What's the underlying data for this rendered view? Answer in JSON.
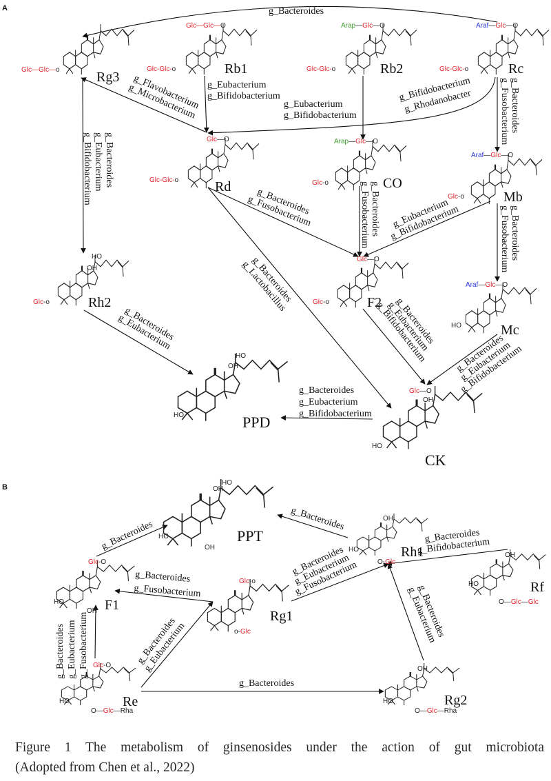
{
  "panels": {
    "a": "A",
    "b": "B"
  },
  "colors": {
    "glucose": "#e0262d",
    "arabinopyranose": "#3f9a2e",
    "arabinofuranose": "#2a35d8",
    "final_product": "#1f1fe8",
    "default": "#111111"
  },
  "nodes": [
    {
      "name": "Rg3",
      "subs": [
        [
          [
            "Glc—Glc—",
            "#e0262d"
          ],
          [
            "o",
            "#222"
          ]
        ]
      ]
    },
    {
      "name": "Rb1",
      "subs": [
        [
          [
            "Glc—Glc—",
            "#e0262d"
          ],
          [
            "O",
            "#222"
          ]
        ],
        [
          [
            "Glc-Glc-",
            "#e0262d"
          ],
          [
            "o",
            "#222"
          ]
        ]
      ]
    },
    {
      "name": "Rb2",
      "subs": [
        [
          [
            "Arap",
            "#3f9a2e"
          ],
          [
            "—",
            "#222"
          ],
          [
            "Glc",
            "#e0262d"
          ],
          [
            "—O",
            "#222"
          ]
        ],
        [
          [
            "Glc-Glc-",
            "#e0262d"
          ],
          [
            "o",
            "#222"
          ]
        ]
      ]
    },
    {
      "name": "Rc",
      "subs": [
        [
          [
            "Araf",
            "#2a35d8"
          ],
          [
            "—",
            "#222"
          ],
          [
            "Glc",
            "#e0262d"
          ],
          [
            "—O",
            "#222"
          ]
        ],
        [
          [
            "Glc-Glc-",
            "#e0262d"
          ],
          [
            "o",
            "#222"
          ]
        ]
      ]
    },
    {
      "name": "Rd",
      "subs": [
        [
          [
            "Glc",
            "#e0262d"
          ],
          [
            "—O",
            "#222"
          ]
        ],
        [
          [
            "Glc-Glc-",
            "#e0262d"
          ],
          [
            "o",
            "#222"
          ]
        ]
      ]
    },
    {
      "name": "CO",
      "subs": [
        [
          [
            "Arap",
            "#3f9a2e"
          ],
          [
            "—",
            "#222"
          ],
          [
            "Glc",
            "#e0262d"
          ],
          [
            "—O",
            "#222"
          ]
        ],
        [
          [
            "Glc",
            "#e0262d"
          ],
          [
            "-o",
            "#222"
          ]
        ]
      ]
    },
    {
      "name": "Mb",
      "subs": [
        [
          [
            "Araf",
            "#2a35d8"
          ],
          [
            "—",
            "#222"
          ],
          [
            "Glc",
            "#e0262d"
          ],
          [
            "—O",
            "#222"
          ]
        ],
        [
          [
            "Glc",
            "#e0262d"
          ],
          [
            "-o",
            "#222"
          ]
        ]
      ]
    },
    {
      "name": "Rh2",
      "subs": [
        [
          [
            "Glc",
            "#e0262d"
          ],
          [
            "-o",
            "#222"
          ]
        ],
        [
          [
            "HO",
            "#222"
          ]
        ],
        [
          [
            "OH",
            "#222"
          ]
        ]
      ]
    },
    {
      "name": "F2",
      "subs": [
        [
          [
            "Glc",
            "#e0262d"
          ],
          [
            "—O",
            "#222"
          ]
        ],
        [
          [
            "Glc",
            "#e0262d"
          ],
          [
            "-o",
            "#222"
          ]
        ]
      ]
    },
    {
      "name": "Mc",
      "subs": [
        [
          [
            "Araf",
            "#2a35d8"
          ],
          [
            "—",
            "#222"
          ],
          [
            "Glc",
            "#e0262d"
          ],
          [
            "—O",
            "#222"
          ]
        ],
        [
          [
            "HO",
            "#222"
          ]
        ]
      ]
    },
    {
      "name": "PPD",
      "product": true,
      "subs": [
        [
          [
            "HO",
            "#222"
          ]
        ],
        [
          [
            "OH",
            "#222"
          ]
        ],
        [
          [
            "HO",
            "#222"
          ]
        ]
      ]
    },
    {
      "name": "CK",
      "product": true,
      "subs": [
        [
          [
            "Glc",
            "#e0262d"
          ],
          [
            "—O",
            "#222"
          ]
        ],
        [
          [
            "OH",
            "#222"
          ]
        ],
        [
          [
            "HO",
            "#222"
          ]
        ]
      ]
    },
    {
      "name": "PPT",
      "product": true,
      "subs": [
        [
          [
            "HO",
            "#222"
          ]
        ],
        [
          [
            "OH",
            "#222"
          ]
        ],
        [
          [
            "HO",
            "#222"
          ]
        ],
        [
          [
            "OH",
            "#222"
          ]
        ]
      ]
    },
    {
      "name": "F1",
      "subs": [
        [
          [
            "Glc",
            "#e0262d"
          ],
          [
            "-O",
            "#222"
          ]
        ],
        [
          [
            "HO",
            "#222"
          ]
        ],
        [
          [
            "OH",
            "#222"
          ]
        ]
      ]
    },
    {
      "name": "Rg1",
      "subs": [
        [
          [
            "Glc",
            "#e0262d"
          ],
          [
            "-o",
            "#222"
          ]
        ],
        [
          [
            "o-",
            "#222"
          ],
          [
            "Glc",
            "#e0262d"
          ]
        ]
      ]
    },
    {
      "name": "Rh1",
      "subs": [
        [
          [
            "O-",
            "#222"
          ],
          [
            "Glc",
            "#e0262d"
          ]
        ],
        [
          [
            "HO",
            "#222"
          ]
        ],
        [
          [
            "OH",
            "#222"
          ]
        ]
      ]
    },
    {
      "name": "Rf",
      "subs": [
        [
          [
            "O—",
            "#222"
          ],
          [
            "Glc",
            "#e0262d"
          ],
          [
            "—",
            "#222"
          ],
          [
            "Glc",
            "#e0262d"
          ]
        ],
        [
          [
            "HO",
            "#222"
          ]
        ],
        [
          [
            "OH",
            "#222"
          ]
        ]
      ]
    },
    {
      "name": "Re",
      "subs": [
        [
          [
            "Glc",
            "#e0262d"
          ],
          [
            "-O",
            "#222"
          ]
        ],
        [
          [
            "O—",
            "#222"
          ],
          [
            "Glc",
            "#e0262d"
          ],
          [
            "—Rha",
            "#222"
          ]
        ],
        [
          [
            "HO",
            "#222"
          ]
        ]
      ]
    },
    {
      "name": "Rg2",
      "subs": [
        [
          [
            "O—",
            "#222"
          ],
          [
            "Glc",
            "#e0262d"
          ],
          [
            "—Rha",
            "#222"
          ]
        ],
        [
          [
            "HO",
            "#222"
          ]
        ],
        [
          [
            "OH",
            "#222"
          ]
        ]
      ]
    }
  ],
  "edges": [
    {
      "panel": "A",
      "from": "Rc",
      "to": "Rg3",
      "bacteria": [
        "g_Bacteroides"
      ]
    },
    {
      "panel": "A",
      "from": "Rb1",
      "to": "Rd",
      "bacteria": [
        "g_Eubacterium",
        "g_Bifidobacterium"
      ]
    },
    {
      "panel": "A",
      "from": "Rd",
      "to": "Rg3",
      "bacteria": [
        "g_Flavobacterium",
        "g_Microbacterium"
      ]
    },
    {
      "panel": "A",
      "from": "Rb2",
      "to": "CO",
      "bacteria": [
        "g_Eubacterium",
        "g_Bifidobacterium"
      ]
    },
    {
      "panel": "A",
      "from": "Rc",
      "to": "Rd",
      "bacteria": [
        "g_Bifidobacterium",
        "g_Rhodanobacter"
      ]
    },
    {
      "panel": "A",
      "from": "Rc",
      "to": "Mb",
      "bacteria": [
        "g_Bacteroides",
        "g_Fusobacterium"
      ]
    },
    {
      "panel": "A",
      "from": "Rg3",
      "to": "Rh2",
      "bacteria": [
        "g_Bacteroides",
        "g_Eubacterium",
        "g_Bifidobacterium"
      ]
    },
    {
      "panel": "A",
      "from": "Rd",
      "to": "F2",
      "bacteria": [
        "g_Bacteroides",
        "g_Fusobacterium"
      ]
    },
    {
      "panel": "A",
      "from": "CO",
      "to": "F2",
      "bacteria": [
        "g_Bacteroides",
        "g_Fusobacterium"
      ]
    },
    {
      "panel": "A",
      "from": "Mb",
      "to": "F2",
      "bacteria": [
        "g_Eubacterium",
        "g_Bifidobacterium"
      ]
    },
    {
      "panel": "A",
      "from": "Mb",
      "to": "Mc",
      "bacteria": [
        "g_Bacteroides",
        "g_Fusobacterium"
      ]
    },
    {
      "panel": "A",
      "from": "Rd",
      "to": "CK",
      "bacteria": [
        "g_Bacteroides",
        "g_Lactobacillus"
      ]
    },
    {
      "panel": "A",
      "from": "Rh2",
      "to": "PPD",
      "bacteria": [
        "g_Bacteroides",
        "g_Eubacterium"
      ]
    },
    {
      "panel": "A",
      "from": "F2",
      "to": "CK",
      "bacteria": [
        "g_Bacteroides",
        "g_Eubacterium",
        "g_Bifidobacterium"
      ]
    },
    {
      "panel": "A",
      "from": "Mc",
      "to": "CK",
      "bacteria": [
        "g_Bacteroides",
        "g_Eubacterium",
        "g_Bifidobacterium"
      ]
    },
    {
      "panel": "A",
      "from": "CK",
      "to": "PPD",
      "bacteria": [
        "g_Bacteroides",
        "g_Eubacterium",
        "g_Bifidobacterium"
      ]
    },
    {
      "panel": "B",
      "from": "F1",
      "to": "PPT",
      "bacteria": [
        "g_Bacteroides"
      ]
    },
    {
      "panel": "B",
      "from": "Rh1",
      "to": "PPT",
      "bacteria": [
        "g_Bacteroides"
      ]
    },
    {
      "panel": "B",
      "from": "Rg1",
      "to": "F1",
      "bacteria": [
        "g_Bacteroides",
        "g_Fusobacterium"
      ]
    },
    {
      "panel": "B",
      "from": "Re",
      "to": "Rg1",
      "bacteria": [
        "g_Bacteroides",
        "g_Eubacterium"
      ]
    },
    {
      "panel": "B",
      "from": "Rg1",
      "to": "Rh1",
      "bacteria": [
        "g_Bacteroides",
        "g_Eubacterium",
        "g_Fusobacterium"
      ]
    },
    {
      "panel": "B",
      "from": "Rf",
      "to": "Rh1",
      "bacteria": [
        "g_Bacteroides",
        "g_Bifidobacterium"
      ]
    },
    {
      "panel": "B",
      "from": "Rg2",
      "to": "Rh1",
      "bacteria": [
        "g_Bacteroides",
        "g_Eubacterium"
      ]
    },
    {
      "panel": "B",
      "from": "Re",
      "to": "F1",
      "bacteria": [
        "g_Bacteroides",
        "g_Eubacterium",
        "g_Fusobacterium"
      ]
    },
    {
      "panel": "B",
      "from": "Re",
      "to": "Rg2",
      "bacteria": [
        "g_Bacteroides"
      ]
    }
  ],
  "caption": {
    "line1": "Figure 1 The metabolism of ginsenosides under the action of gut microbiota",
    "line2": "(Adopted from Chen et al., 2022)"
  }
}
